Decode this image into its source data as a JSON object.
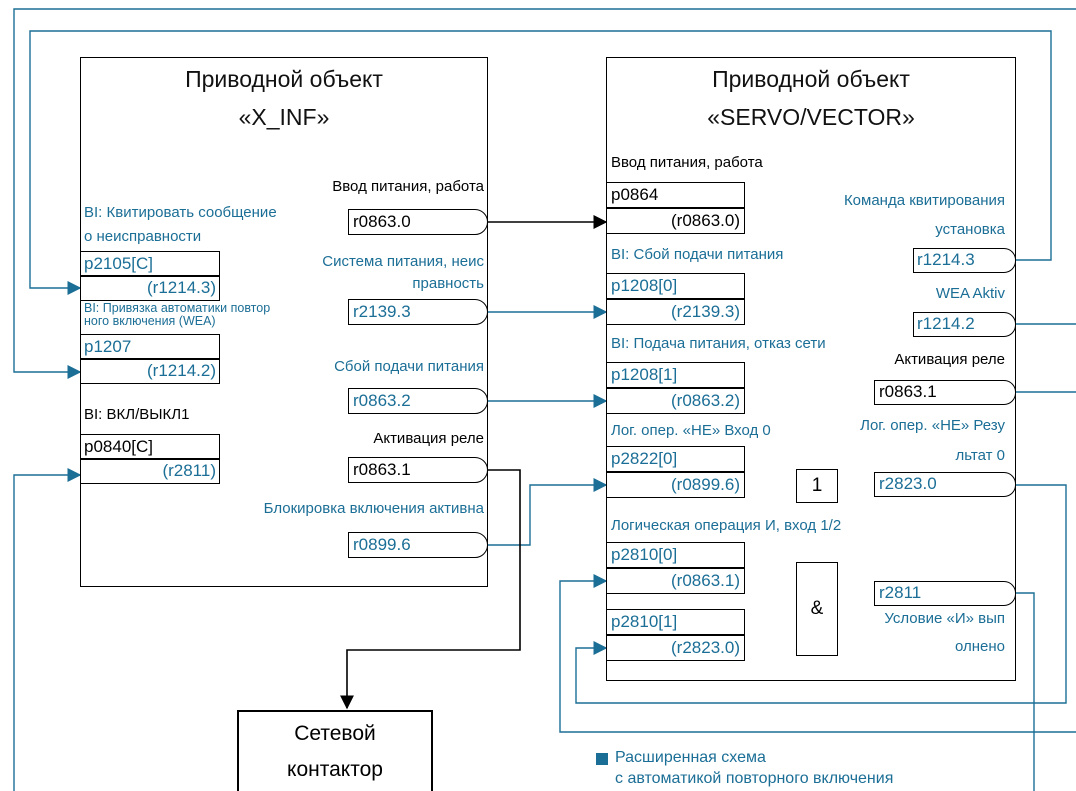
{
  "left_object": {
    "title_line1": "Приводной объект",
    "title_line2": "«X_INF»",
    "inputs": {
      "ack_label_1": "BI: Квитировать сообщение",
      "ack_label_2": "о неисправности",
      "ack_param": "p2105[C]",
      "ack_source": "(r1214.3)",
      "wea_label_1": "BI: Привязка автоматики повтор",
      "wea_label_2": "ного включения (WEA)",
      "wea_param": "p1207",
      "wea_source": "(r1214.2)",
      "onoff_label": "BI: ВКЛ/ВЫКЛ1",
      "onoff_param": "p0840[C]",
      "onoff_source": "(r2811)"
    },
    "outputs": {
      "run_label": "Ввод питания, работа",
      "run_param": "r0863.0",
      "supply_label_1": "Система питания, неис",
      "supply_label_2": "правность",
      "supply_param": "r2139.3",
      "fail_label": "Сбой подачи питания",
      "fail_param": "r0863.2",
      "relay_label": "Активация реле",
      "relay_param": "r0863.1",
      "block_label": "Блокировка включения активна",
      "block_param": "r0899.6"
    }
  },
  "right_object": {
    "title_line1": "Приводной объект",
    "title_line2": "«SERVO/VECTOR»",
    "inputs": {
      "run_label": "Ввод питания, работа",
      "run_param": "p0864",
      "run_source": "(r0863.0)",
      "fail_label": "BI: Сбой подачи питания",
      "fail_param": "p1208[0]",
      "fail_source": "(r2139.3)",
      "net_label": "BI: Подача питания, отказ сети",
      "net_param": "p1208[1]",
      "net_source": "(r0863.2)",
      "not_label": "Лог. опер. «НЕ» Вход 0",
      "not_param": "p2822[0]",
      "not_source": "(r0899.6)",
      "and_label": "Логическая операция И, вход 1/2",
      "and_param_0": "p2810[0]",
      "and_source_0": "(r0863.1)",
      "and_param_1": "p2810[1]",
      "and_source_1": "(r2823.0)"
    },
    "outputs": {
      "ack_label_1": "Команда квитирования",
      "ack_label_2": "установка",
      "ack_param": "r1214.3",
      "wea_label": "WEA Aktiv",
      "wea_param": "r1214.2",
      "relay_label": "Активация реле",
      "relay_param": "r0863.1",
      "not_out_label_1": "Лог. опер. «НЕ» Резу",
      "not_out_label_2": "льтат 0",
      "not_out_param": "r2823.0",
      "and_out_param": "r2811",
      "and_out_label_1": "Условие «И» вып",
      "and_out_label_2": "олнено"
    },
    "gates": {
      "not_symbol": "1",
      "and_symbol": "&"
    }
  },
  "contactor": {
    "line1": "Сетевой",
    "line2": "контактор"
  },
  "legend": {
    "line1": "Расширенная схема",
    "line2": "с автоматикой повторного включения",
    "color": "#1b6e96"
  },
  "colors": {
    "teal": "#1b6e96",
    "black": "#000000"
  }
}
